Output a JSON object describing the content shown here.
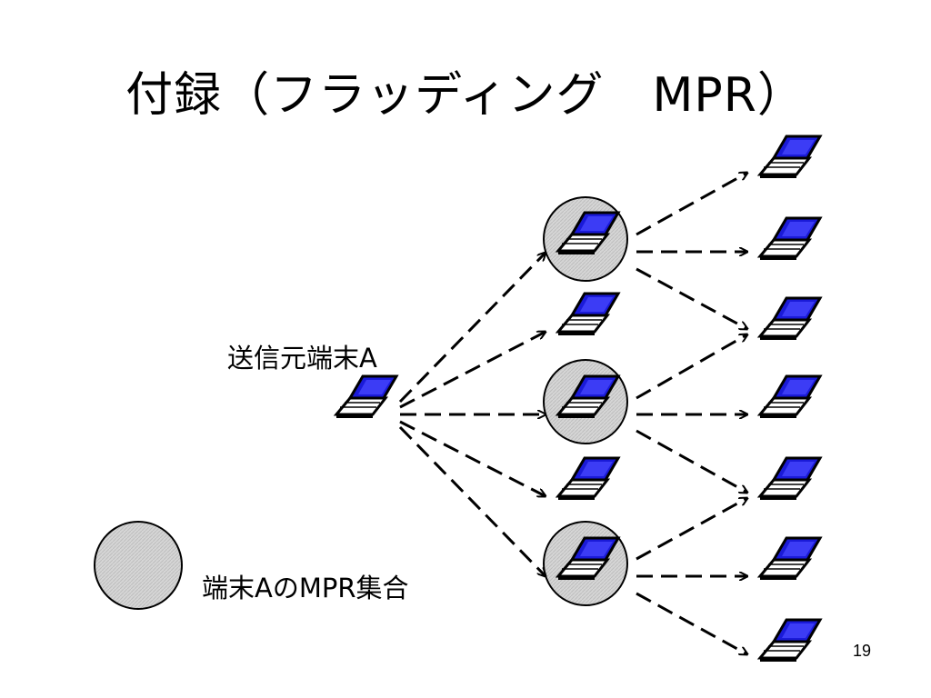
{
  "slide": {
    "title": "付録（フラッディング　MPR）",
    "page_number": "19"
  },
  "labels": {
    "source_terminal": "送信元端末A",
    "legend_text": "端末AのMPR集合"
  },
  "colors": {
    "screen": "#1a1ad8",
    "mpr_circle_fill": "#d4d4d4",
    "line": "#000000"
  },
  "icons": {
    "terminal": "laptop-icon",
    "mpr_marker": "circle"
  }
}
